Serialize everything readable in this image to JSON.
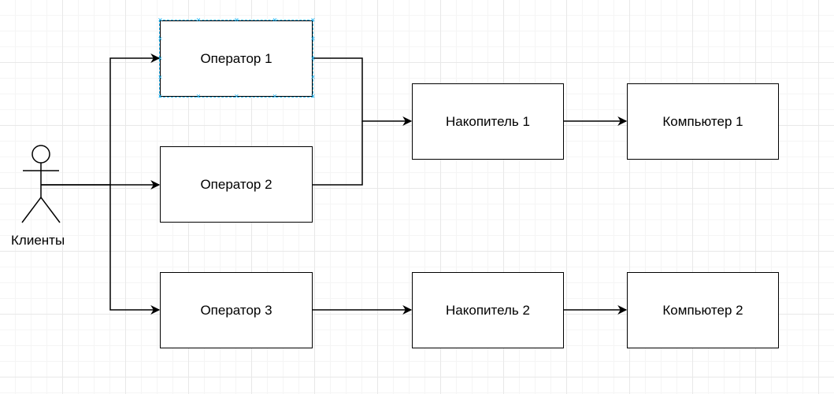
{
  "diagram": {
    "actor": {
      "label": "Клиенты"
    },
    "operators": [
      {
        "label": "Оператор 1"
      },
      {
        "label": "Оператор 2"
      },
      {
        "label": "Оператор 3"
      }
    ],
    "storages": [
      {
        "label": "Накопитель 1"
      },
      {
        "label": "Накопитель 2"
      }
    ],
    "computers": [
      {
        "label": "Компьютер 1"
      },
      {
        "label": "Компьютер 2"
      }
    ],
    "selected_node": "Оператор 1",
    "colors": {
      "stroke": "#000000",
      "selection": "#29b6f2",
      "grid": "#e8e8e8",
      "background": "#ffffff"
    }
  }
}
